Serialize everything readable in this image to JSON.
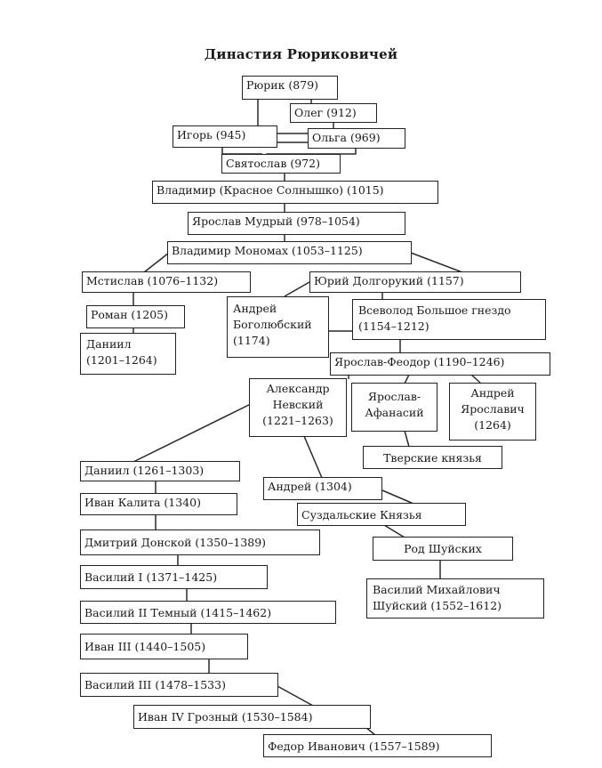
{
  "title": "Династия Рюриковичей",
  "nodes": {
    "rurik": "Рюрик (879)",
    "oleg": "Олег (912)",
    "igor": "Игорь (945)",
    "olga": "Ольга (969)",
    "svyatoslav": "Святослав (972)",
    "vladimir": "Владимир (Красное Солнышко) (1015)",
    "yaroslav_mudry": "Ярослав Мудрый (978–1054)",
    "vladimir_monomakh": "Владимир Мономах (1053–1125)",
    "mstislav": "Мстислав (1076–1132)",
    "yuri": "Юрий Долгорукий (1157)",
    "roman": "Роман (1205)",
    "andrey_bogolyubsky": "Андрей\nБоголюбский\n(1174)",
    "vsevolod": "Всеволод Большое гнездо\n(1154–1212)",
    "daniil_galitsky": "Даниил\n(1201–1264)",
    "yaroslav_feodor": "Ярослав-Феодор (1190–1246)",
    "alexander_nevsky": "Александр\nНевский\n(1221–1263)",
    "yaroslav_afanasy": "Ярослав-\nАфанасий",
    "andrey_yaroslavich": "Андрей\nЯрославич\n(1264)",
    "tverskie": "Тверские князья",
    "daniil_moscow": "Даниил (1261–1303)",
    "andrey_1304": "Андрей (1304)",
    "ivan_kalita": "Иван Калита (1340)",
    "suzdalskie": "Суздальские Князья",
    "dmitry_donskoy": "Дмитрий Донской (1350–1389)",
    "rod_shuiskikh": "Род Шуйских",
    "vasily_1": "Василий I (1371–1425)",
    "vasily_shuisky": "Василий Михайлович\nШуйский (1552–1612)",
    "vasily_2": "Василий II Темный (1415–1462)",
    "ivan_3": "Иван III (1440–1505)",
    "vasily_3": "Василий III (1478–1533)",
    "ivan_4": "Иван IV Грозный (1530–1584)",
    "fedor": "Федор Иванович (1557–1589)"
  }
}
